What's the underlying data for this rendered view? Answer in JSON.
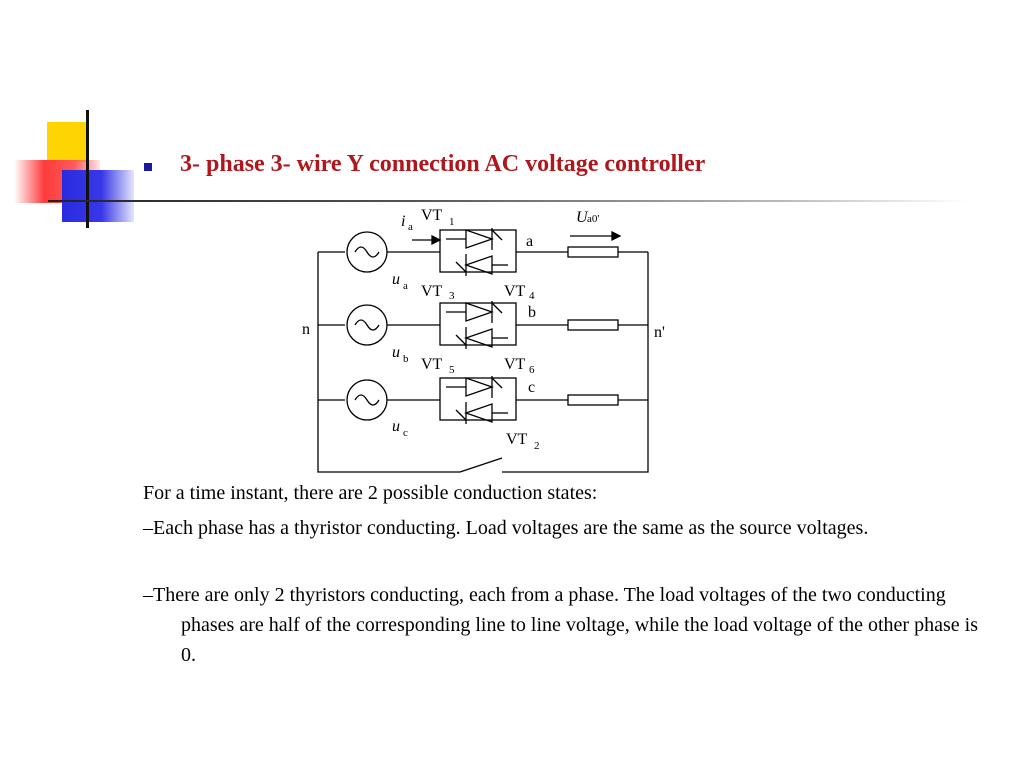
{
  "slide": {
    "title": "3- phase 3- wire Y connection AC voltage controller",
    "diagram": {
      "current_label": "i",
      "current_sub": "a",
      "load_voltage_label": "U",
      "load_voltage_sub": "a0'",
      "source_labels": [
        {
          "main": "u",
          "sub": "a"
        },
        {
          "main": "u",
          "sub": "b"
        },
        {
          "main": "u",
          "sub": "c"
        }
      ],
      "thyristor_labels": [
        {
          "main": "VT",
          "sub": "1"
        },
        {
          "main": "VT",
          "sub": "3"
        },
        {
          "main": "VT",
          "sub": "4"
        },
        {
          "main": "VT",
          "sub": "5"
        },
        {
          "main": "VT",
          "sub": "6"
        },
        {
          "main": "VT",
          "sub": "2"
        }
      ],
      "phase_labels": [
        "a",
        "b",
        "c"
      ],
      "neutral_label": "n",
      "load_neutral_label": "n'"
    },
    "body": {
      "intro": "For a time instant, there are 2 possible conduction states:",
      "item1_dash": "–",
      "item1": "Each phase has a thyristor conducting. Load voltages are the same as the source voltages.",
      "item2_dash": "–",
      "item2": "There are only 2 thyristors  conducting, each from a phase. The load voltages of the two conducting phases are half of the corresponding line to line voltage, while the load voltage of the other phase is 0."
    }
  }
}
